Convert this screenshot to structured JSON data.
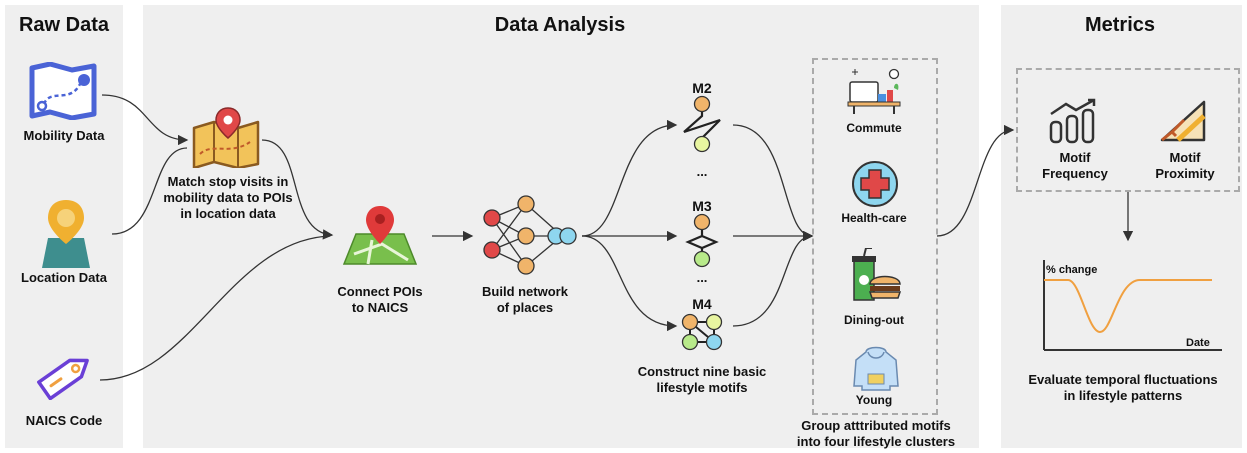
{
  "sections": {
    "raw_data": "Raw Data",
    "data_analysis": "Data Analysis",
    "metrics": "Metrics"
  },
  "raw_data": {
    "mobility": "Mobility Data",
    "location": "Location Data",
    "naics": "NAICS Code"
  },
  "analysis": {
    "match": "Match stop visits in\nmobility data to POIs\nin location data",
    "connect": "Connect POIs\nto NAICS",
    "network": "Build network\nof places",
    "motifs": [
      "M2",
      "M3",
      "M4"
    ],
    "ellipsis": "...",
    "construct": "Construct nine basic\nlifestyle motifs",
    "clusters": [
      "Commute",
      "Health-care",
      "Dining-out",
      "Young"
    ],
    "group": "Group atttributed motifs\ninto four lifestyle clusters"
  },
  "metrics": {
    "frequency": "Motif\nFrequency",
    "proximity": "Motif\nProximity",
    "y_axis": "% change",
    "x_axis": "Date",
    "evaluate": "Evaluate temporal fluctuations\nin lifestyle patterns"
  },
  "colors": {
    "panel": "#efefef",
    "orange": "#f0b46a",
    "blue": "#8ed6ef",
    "green": "#b8ea8a",
    "red": "#e04848",
    "map_green": "#79bf4c",
    "purple": "#6a3fd6",
    "teal": "#3e8e8e",
    "curve": "#f0a040"
  }
}
